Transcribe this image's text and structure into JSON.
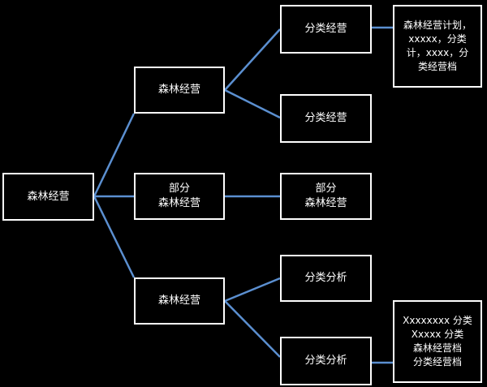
{
  "colors": {
    "background": "#000000",
    "box_border": "#ffffff",
    "connector": "#5b8fd0",
    "text": "#ffffff"
  },
  "root": {
    "label": "森林经营"
  },
  "level1": [
    {
      "label": "森林经营"
    },
    {
      "label": "部分",
      "sub": "森林经营"
    },
    {
      "label": "森林经营"
    }
  ],
  "level2": [
    {
      "label": "分类经营"
    },
    {
      "label": "分类经营"
    },
    {
      "label": "部分",
      "sub": "森林经营"
    },
    {
      "label": "分类分析"
    },
    {
      "label": "分类分析"
    }
  ],
  "notes": [
    {
      "lines": [
        "森林经营计划，",
        "xxxxx，分类",
        "计，xxxx，分",
        "类经营档"
      ]
    },
    {
      "lines": [
        "Xxxxxxxx 分类",
        "Xxxxx 分类",
        "森林经营档",
        "分类经营档"
      ]
    }
  ]
}
